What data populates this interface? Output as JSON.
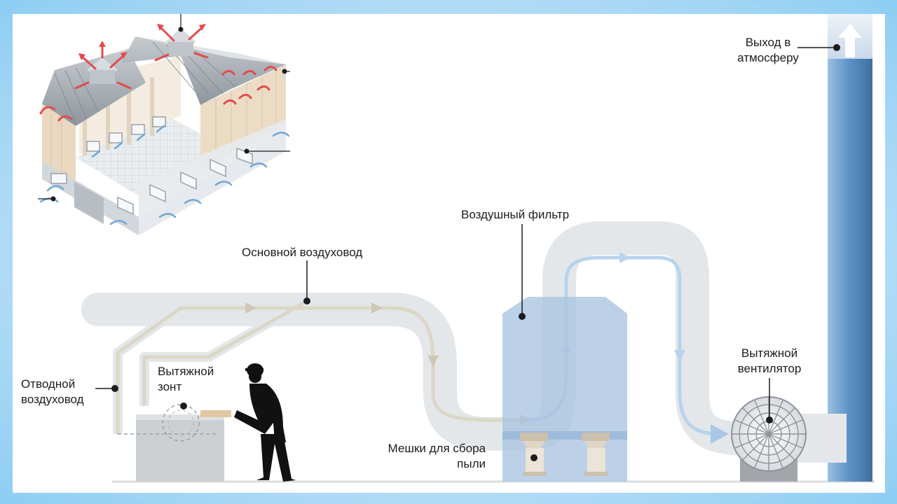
{
  "labels": {
    "exit_line1": "Выход в",
    "exit_line2": "атмосферу",
    "air_filter": "Воздушный фильтр",
    "main_duct": "Основной воздуховод",
    "branch_line1": "Отводной",
    "branch_line2": "воздуховод",
    "hood_line1": "Вытяжной",
    "hood_line2": "зонт",
    "fan_line1": "Вытяжной",
    "fan_line2": "вентилятор",
    "bags_line1": "Мешки для сбора",
    "bags_line2": "пыли"
  },
  "colors": {
    "duct_fill": "#e3e7ea",
    "duct_flow_dirty": "#dcd6c6",
    "duct_flow_clean": "#b9d3ec",
    "filter_fill": "#a9c4e0",
    "stack_fill": "#5f93c8",
    "exhaust_out": "#e34b4b",
    "intake_in": "#6fa6d6",
    "page_border": "#9dd3f5"
  }
}
